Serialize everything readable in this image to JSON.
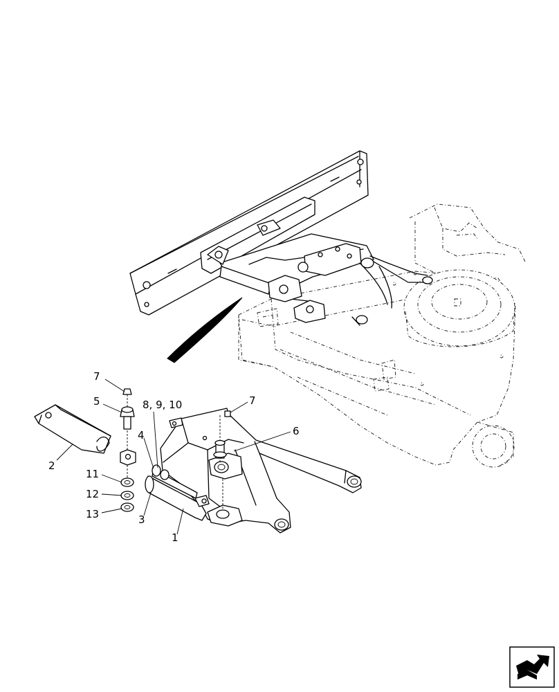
{
  "callouts": {
    "c1": "1",
    "c2": "2",
    "c3": "3",
    "c4": "4",
    "c5": "5",
    "c6": "6",
    "c7a": "7",
    "c7b": "7",
    "c8910": "8, 9, 10",
    "c11": "11",
    "c12": "12",
    "c13": "13"
  },
  "nav_icon": "next-page-arrow-icon"
}
